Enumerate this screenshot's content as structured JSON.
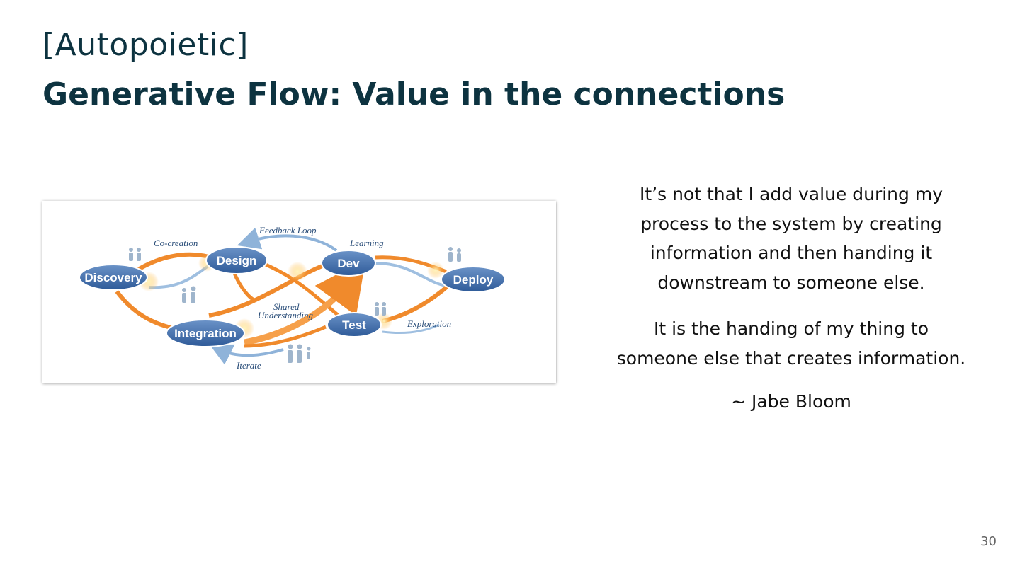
{
  "header": {
    "tag": "[Autopoietic]",
    "title": "Generative Flow: Value in the connections"
  },
  "diagram": {
    "nodes": {
      "discovery": "Discovery",
      "design": "Design",
      "dev": "Dev",
      "deploy": "Deploy",
      "integration": "Integration",
      "test": "Test"
    },
    "flow_labels": {
      "co_creation": "Co-creation",
      "feedback_loop": "Feedback Loop",
      "learning": "Learning",
      "shared_understanding_1": "Shared",
      "shared_understanding_2": "Understanding",
      "exploration": "Exploration",
      "iterate": "Iterate"
    },
    "colors": {
      "node": "#3d6aa8",
      "flow": "#f08a2c",
      "feedback": "#8fb3d9"
    }
  },
  "quote": {
    "paragraph_1": "It’s not that I add value during my process to the system by creating information and then handing it downstream to someone else.",
    "paragraph_2": "It is the handing of my thing to someone else that creates information.",
    "attribution": "~ Jabe Bloom"
  },
  "footer": {
    "page_number": "30"
  }
}
